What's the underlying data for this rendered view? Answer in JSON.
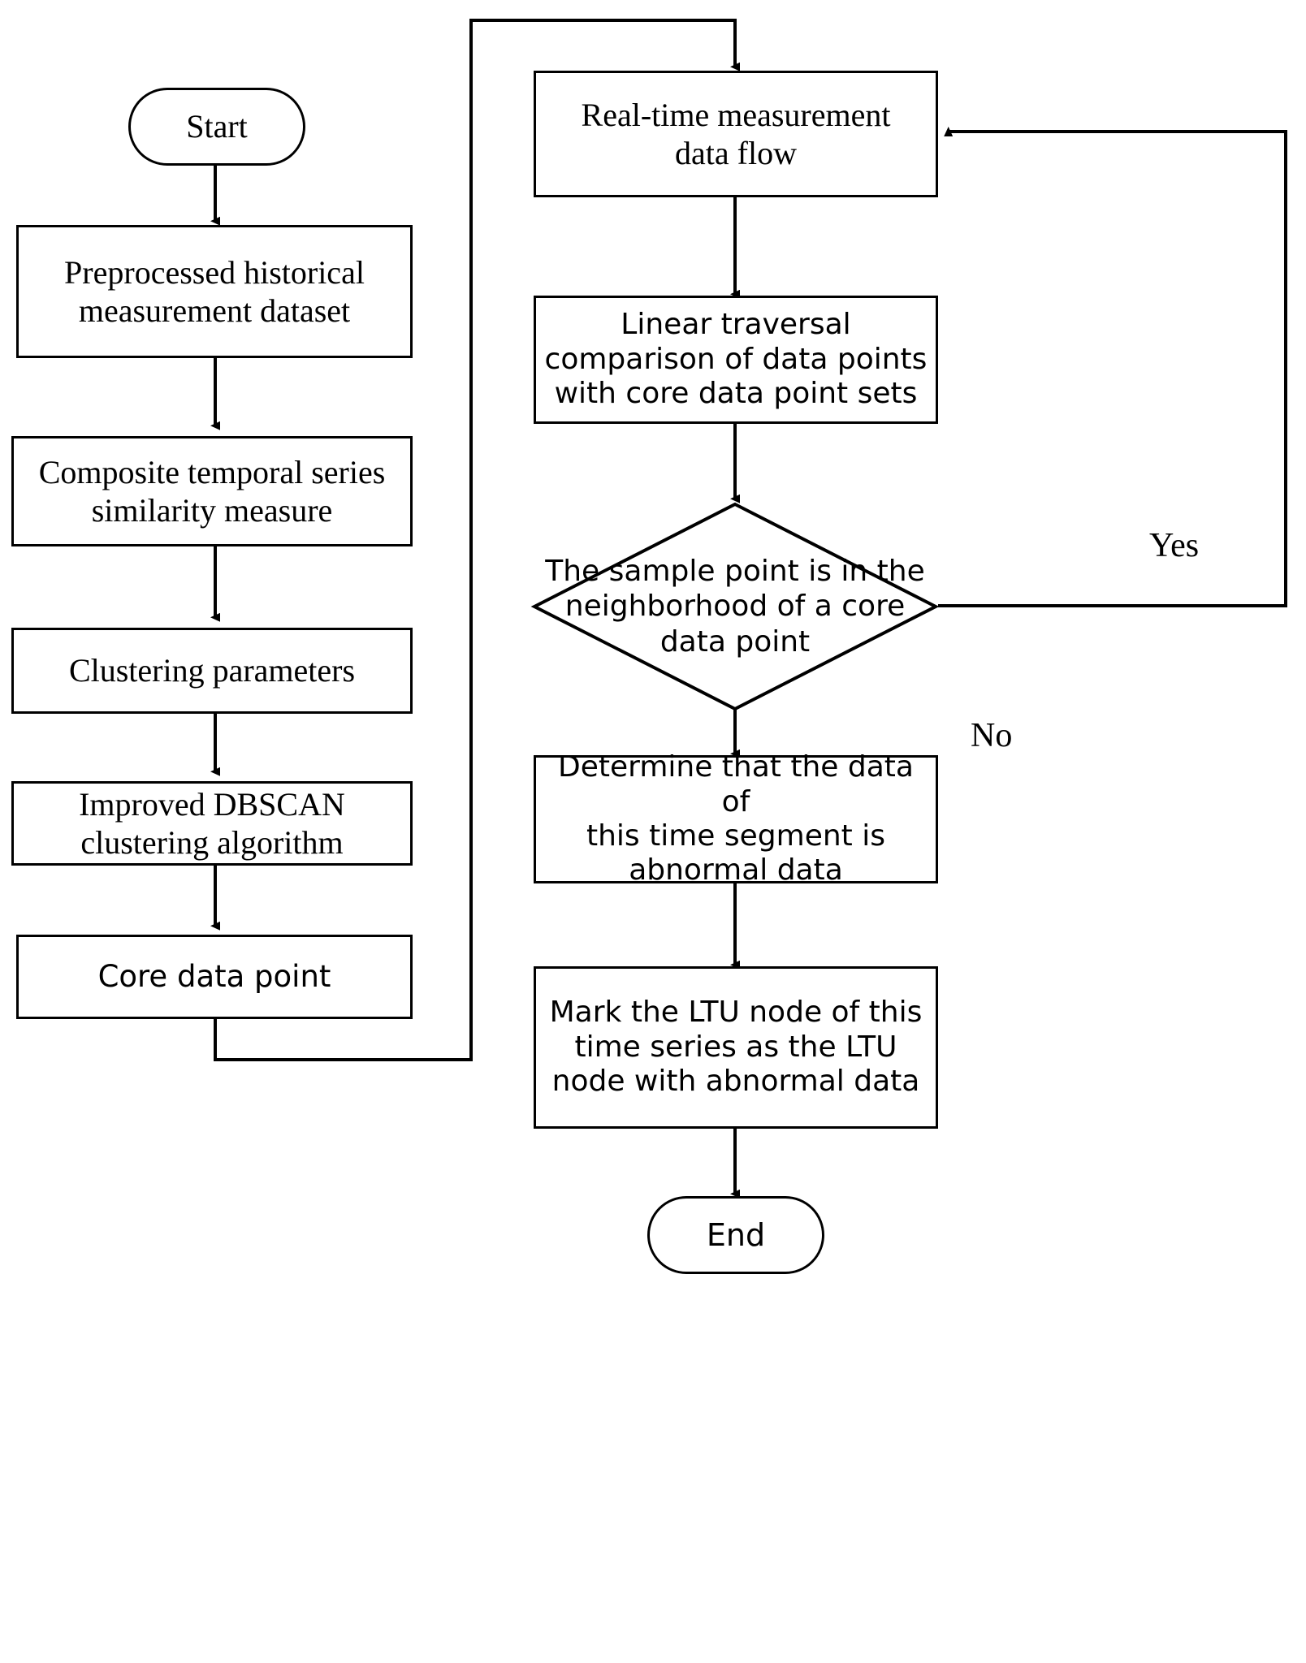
{
  "diagram": {
    "type": "flowchart",
    "title": "Improved DBSCAN abnormal measurement data detection flowchart",
    "background": "#ffffff",
    "line_color": "#000000"
  },
  "left_branch": {
    "start": {
      "label": "Start",
      "shape": "terminator"
    },
    "steps": [
      {
        "label": "Preprocessed historical\nmeasurement dataset",
        "shape": "process"
      },
      {
        "label": "Composite temporal series\nsimilarity measure",
        "shape": "process"
      },
      {
        "label": "Clustering parameters",
        "shape": "process"
      },
      {
        "label": "Improved DBSCAN\nclustering algorithm",
        "shape": "process"
      },
      {
        "label": "Core data point",
        "shape": "process"
      }
    ]
  },
  "right_branch": {
    "steps": [
      {
        "label": "Real-time measurement\ndata flow",
        "shape": "process"
      },
      {
        "label": "Linear traversal\ncomparison of data points\nwith core data point sets",
        "shape": "process"
      }
    ],
    "decision": {
      "label": "The sample point is in the\nneighborhood of a core\ndata point",
      "shape": "decision",
      "yes_label": "Yes",
      "no_label": "No"
    },
    "after_no": [
      {
        "label": "Determine that the data of\nthis time segment is\nabnormal data",
        "shape": "process"
      },
      {
        "label": "Mark the LTU node of this\ntime series as the LTU\nnode with abnormal data",
        "shape": "process"
      }
    ],
    "end": {
      "label": "End",
      "shape": "terminator"
    }
  },
  "edge_labels": {
    "yes": "Yes",
    "no": "No"
  }
}
